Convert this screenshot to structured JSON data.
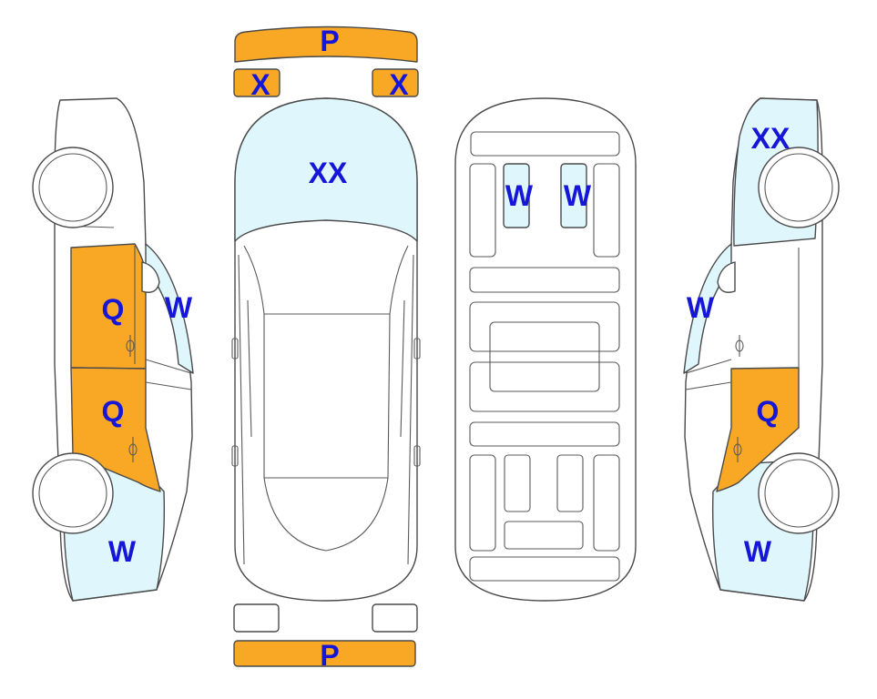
{
  "colors": {
    "damage_fill": "#f9a825",
    "scratch_fill": "#dff6fc",
    "body_fill": "#ffffff",
    "outline": "#4a4a4a",
    "label": "#1616d8"
  },
  "views": {
    "left_side": {
      "labels": {
        "front_door": "Q",
        "rear_door": "Q",
        "window": "W",
        "lower": "W"
      }
    },
    "top_view": {
      "labels": {
        "front_bumper": "P",
        "left_light": "X",
        "right_light": "X",
        "hood": "XX",
        "rear_bumper": "P"
      }
    },
    "underside": {
      "labels": {
        "left_panel": "W",
        "right_panel": "W"
      }
    },
    "right_side": {
      "labels": {
        "front_upper": "XX",
        "window": "W",
        "door": "Q",
        "lower": "W"
      }
    }
  }
}
